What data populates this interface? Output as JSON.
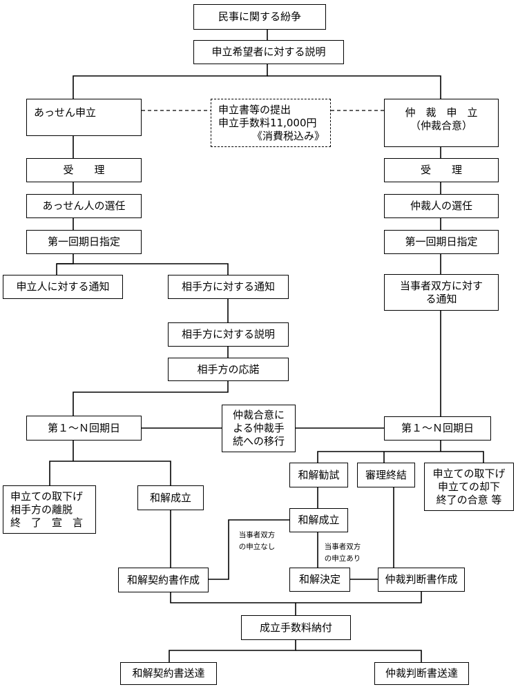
{
  "top": {
    "dispute": "民事に関する紛争",
    "explain_applicant": "申立希望者に対する説明"
  },
  "mediation": {
    "apply": "あっせん申立",
    "accept": "受　　理",
    "select": "あっせん人の選任",
    "first_date": "第一回期日指定",
    "notify_applicant": "申立人に対する通知",
    "notify_other": "相手方に対する通知",
    "explain_other": "相手方に対する説明",
    "response": "相手方の応諾",
    "hearings": "第１～Ｎ回期日",
    "end_lines": [
      "申立ての取下げ",
      "相手方の離脱",
      "終　了　宣　言"
    ],
    "settlement": "和解成立",
    "contract": "和解契約書作成"
  },
  "filing": {
    "lines": [
      "申立書等の提出",
      "申立手数料11,000円",
      "《消費税込み》"
    ]
  },
  "arbitration": {
    "apply_lines": [
      "仲　裁　申　立",
      "（仲裁合意）"
    ],
    "accept": "受　　理",
    "select": "仲裁人の選任",
    "first_date": "第一回期日指定",
    "notify_lines": [
      "当事者双方に対す",
      "る通知"
    ],
    "hearings": "第１～Ｎ回期日",
    "conciliation": "和解勧試",
    "conclude": "審理終結",
    "end_lines": [
      "申立ての取下げ",
      "申立ての却下",
      "終了の合意 等"
    ],
    "settlement": "和解成立",
    "decision": "和解決定",
    "award": "仲裁判断書作成"
  },
  "transition": {
    "lines": [
      "仲裁合意に",
      "よる仲裁手",
      "続への移行"
    ]
  },
  "notes": {
    "no_request": [
      "当事者双方",
      "の申立なし"
    ],
    "request": [
      "当事者双方",
      "の申立あり"
    ]
  },
  "fee": "成立手数料納付",
  "send_contract": "和解契約書送達",
  "send_award": "仲裁判断書送達"
}
